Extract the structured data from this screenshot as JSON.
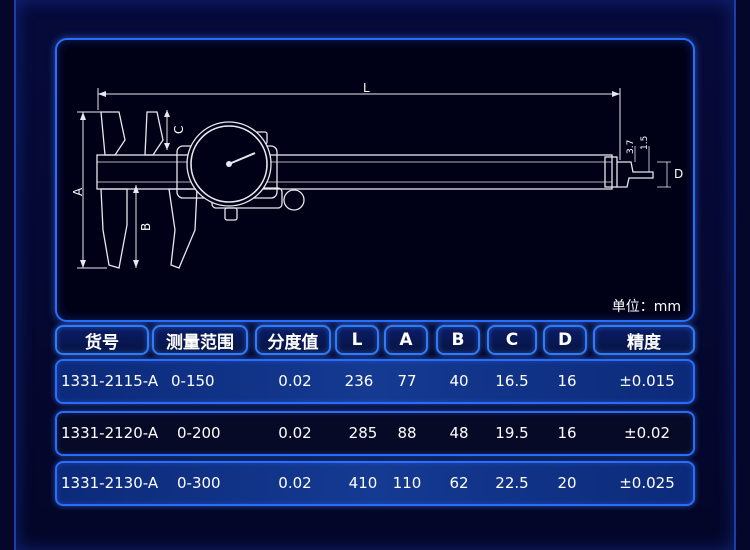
{
  "diagram": {
    "dim_labels": {
      "L": "L",
      "A": "A",
      "B": "B",
      "C": "C",
      "D": "D",
      "small1": "3.7",
      "small2": "1.5"
    },
    "unit_note": "单位：mm"
  },
  "table": {
    "headers": [
      "货号",
      "测量范围",
      "分度值",
      "L",
      "A",
      "B",
      "C",
      "D",
      "精度"
    ],
    "rows": [
      [
        "1331-2115-A",
        "0-150",
        "0.02",
        "236",
        "77",
        "40",
        "16.5",
        "16",
        "±0.015"
      ],
      [
        "1331-2120-A",
        "0-200",
        "0.02",
        "285",
        "88",
        "48",
        "19.5",
        "16",
        "±0.02"
      ],
      [
        "1331-2130-A",
        "0-300",
        "0.02",
        "410",
        "110",
        "62",
        "22.5",
        "20",
        "±0.025"
      ]
    ]
  },
  "colors": {
    "accent": "#2a6cff",
    "background": "#05072a",
    "row_highlight": "#143a92"
  }
}
